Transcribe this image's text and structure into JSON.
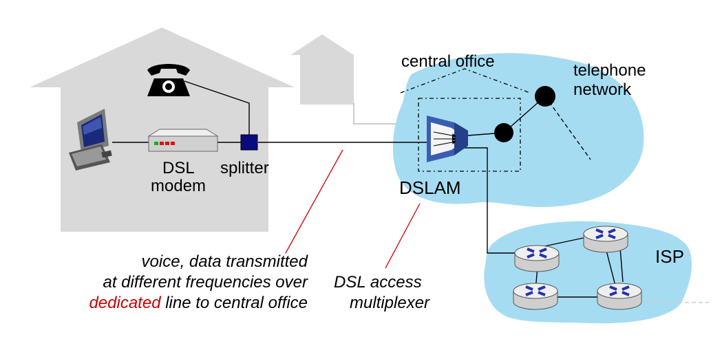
{
  "labels": {
    "central_office": "central office",
    "telephone": "telephone",
    "network": "network",
    "dsl": "DSL",
    "modem": "modem",
    "splitter": "splitter",
    "dslam": "DSLAM",
    "isp": "ISP"
  },
  "annotations": {
    "voice_line1": "voice, data transmitted",
    "voice_line2": "at different frequencies over",
    "dedicated": "dedicated",
    "voice_line3_rest": " line to central office",
    "dsl_access": "DSL access",
    "multiplexer": "multiplexer"
  },
  "colors": {
    "house": "#d9d9d9",
    "cloud": "#a6dcf2",
    "pointer": "#cc0000",
    "dedicated": "#cc0000",
    "router": "#e6e6e6",
    "router_arrow": "#2233aa",
    "dslam": "#4a6fc0"
  },
  "icons": [
    "telephone-icon",
    "computer-icon",
    "dsl-modem-icon",
    "splitter-icon",
    "dslam-icon",
    "router-icon",
    "switch-node-icon"
  ]
}
